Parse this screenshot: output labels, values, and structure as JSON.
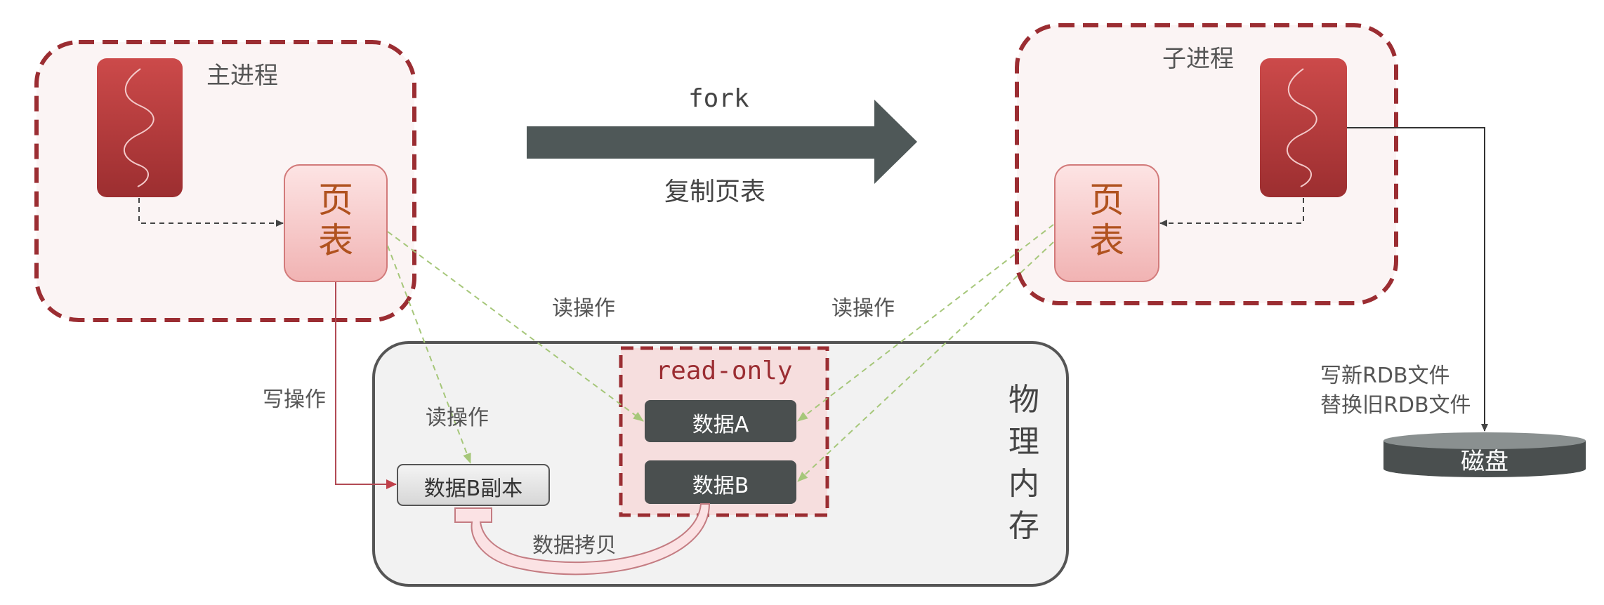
{
  "main_process": {
    "title": "主进程",
    "page_table": [
      "页",
      "表"
    ]
  },
  "child_process": {
    "title": "子进程",
    "page_table": [
      "页",
      "表"
    ]
  },
  "fork_arrow": {
    "top_label": "fork",
    "bottom_label": "复制页表"
  },
  "operations": {
    "read_main": "读操作",
    "read_child": "读操作",
    "write_main": "写操作",
    "read_copy": "读操作"
  },
  "memory": {
    "title": [
      "物",
      "理",
      "内",
      "存"
    ],
    "readonly_label": "read-only",
    "data_a": "数据A",
    "data_b": "数据B",
    "data_b_copy": "数据B副本",
    "copy_label": "数据拷贝"
  },
  "disk": {
    "label": "磁盘",
    "write_note_1": "写新RDB文件",
    "write_note_2": "替换旧RDB文件"
  },
  "colors": {
    "dashed_border": "#9b2d32",
    "process_fill": "#fbf4f4",
    "thread_red": "#b8383a",
    "page_table_fill": "#f6c7c7",
    "dark_block": "#4a4f4f",
    "arrow": "#4f5858",
    "green_dash": "#a6c77a"
  }
}
